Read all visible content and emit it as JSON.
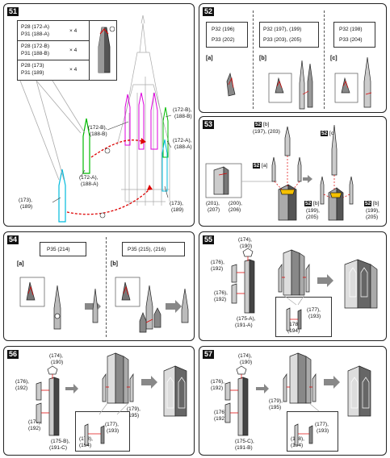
{
  "steps": {
    "s51": {
      "num": "51",
      "table": [
        {
          "p1": "P28  (172-A)",
          "p2": "P31  (188-A)",
          "qty": "× 4"
        },
        {
          "p1": "P28  (172-B)",
          "p2": "P31  (188-B)",
          "qty": "× 4"
        },
        {
          "p1": "P28  (173)",
          "p2": "P31  (189)",
          "qty": "× 4"
        }
      ],
      "labels": {
        "a": "(172-B),",
        "a2": "(188-B)",
        "b": "(172-B),",
        "b2": "(188-B)",
        "c": "(172-A),",
        "c2": "(188-A)",
        "d": "(172-A),",
        "d2": "(188-A)",
        "e": "(173),",
        "e2": "(189)",
        "f": "(173),",
        "f2": "(189)"
      }
    },
    "s52": {
      "num": "52",
      "cols": [
        {
          "l1": "P32  (196)",
          "l2": "P33  (202)",
          "tag": "[a]"
        },
        {
          "l1": "P32  (197), (199)",
          "l2": "P33  (203), (205)",
          "tag": "[b]"
        },
        {
          "l1": "P32  (198)",
          "l2": "P33  (204)",
          "tag": "[c]"
        }
      ]
    },
    "s53": {
      "num": "53",
      "ref": "52",
      "top": "[b]",
      "top2": "(197), (203)",
      "la": "[a]",
      "lc": "[c]",
      "lb1": "[b]",
      "lb1a": "(199),",
      "lb1b": "(205)",
      "lb2": "[b]",
      "lb2a": "(199),",
      "lb2b": "(205)",
      "p1": "(201),",
      "p1b": "(207)",
      "p2": "(200),",
      "p2b": "(206)"
    },
    "s54": {
      "num": "54",
      "c1": "P35  (214)",
      "c2": "P35  (215), (216)",
      "ta": "[a]",
      "tb": "[b]"
    },
    "s55": {
      "num": "55",
      "l1": "(174),",
      "l1b": "(190)",
      "l2": "(176),",
      "l2b": "(192)",
      "l3": "(176),",
      "l3b": "(192)",
      "l4": "(175-A),",
      "l4b": "(191-A)",
      "l5": "(177),",
      "l5b": "(193)",
      "l6": "(178),",
      "l6b": "(194)"
    },
    "s56": {
      "num": "56",
      "l1": "(174),",
      "l1b": "(190)",
      "l2": "(176),",
      "l2b": "(192)",
      "l3": "(176),",
      "l3b": "(192)",
      "l4": "(175-B),",
      "l4b": "(191-C)",
      "l5": "(179),",
      "l5b": "(195)",
      "l6": "(177),",
      "l6b": "(193)",
      "l7": "(178),",
      "l7b": "(194)"
    },
    "s57": {
      "num": "57",
      "l1": "(174),",
      "l1b": "(190)",
      "l2": "(176),",
      "l2b": "(192)",
      "l3": "(176),",
      "l3b": "(192)",
      "l4": "(175-C),",
      "l4b": "(191-B)",
      "l5": "(179),",
      "l5b": "(195)",
      "l6": "(177),",
      "l6b": "(193)",
      "l7": "(178),",
      "l7b": "(194)"
    }
  }
}
